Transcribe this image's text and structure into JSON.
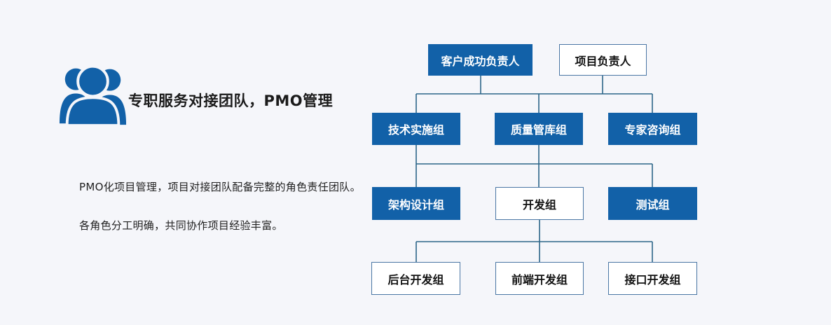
{
  "page": {
    "background_color": "#f5f6fa",
    "accent_blue": "#1261a8",
    "connector_color": "#2b6588"
  },
  "intro": {
    "icon_name": "people-group-icon",
    "title": "专职服务对接团队，PMO管理",
    "paragraphs": [
      "PMO化项目管理，项目对接团队配备完整的角色责任团队。",
      "各角色分工明确，共同协作项目经验丰富。"
    ]
  },
  "org_chart": {
    "nodes": [
      {
        "id": "customer-success-lead",
        "label": "客户成功负责人",
        "variant": "filled",
        "row": 1
      },
      {
        "id": "project-lead",
        "label": "项目负责人",
        "variant": "outline",
        "row": 1
      },
      {
        "id": "tech-implementation-team",
        "label": "技术实施组",
        "variant": "filled",
        "row": 2
      },
      {
        "id": "quality-management-team",
        "label": "质量管库组",
        "variant": "filled",
        "row": 2
      },
      {
        "id": "expert-consulting-team",
        "label": "专家咨询组",
        "variant": "filled",
        "row": 2
      },
      {
        "id": "architecture-design-team",
        "label": "架构设计组",
        "variant": "filled",
        "row": 3
      },
      {
        "id": "development-team",
        "label": "开发组",
        "variant": "outline",
        "row": 3
      },
      {
        "id": "testing-team",
        "label": "测试组",
        "variant": "filled",
        "row": 3
      },
      {
        "id": "backend-dev-team",
        "label": "后台开发组",
        "variant": "outline",
        "row": 4
      },
      {
        "id": "frontend-dev-team",
        "label": "前端开发组",
        "variant": "outline",
        "row": 4
      },
      {
        "id": "api-dev-team",
        "label": "接口开发组",
        "variant": "outline",
        "row": 4
      }
    ]
  }
}
